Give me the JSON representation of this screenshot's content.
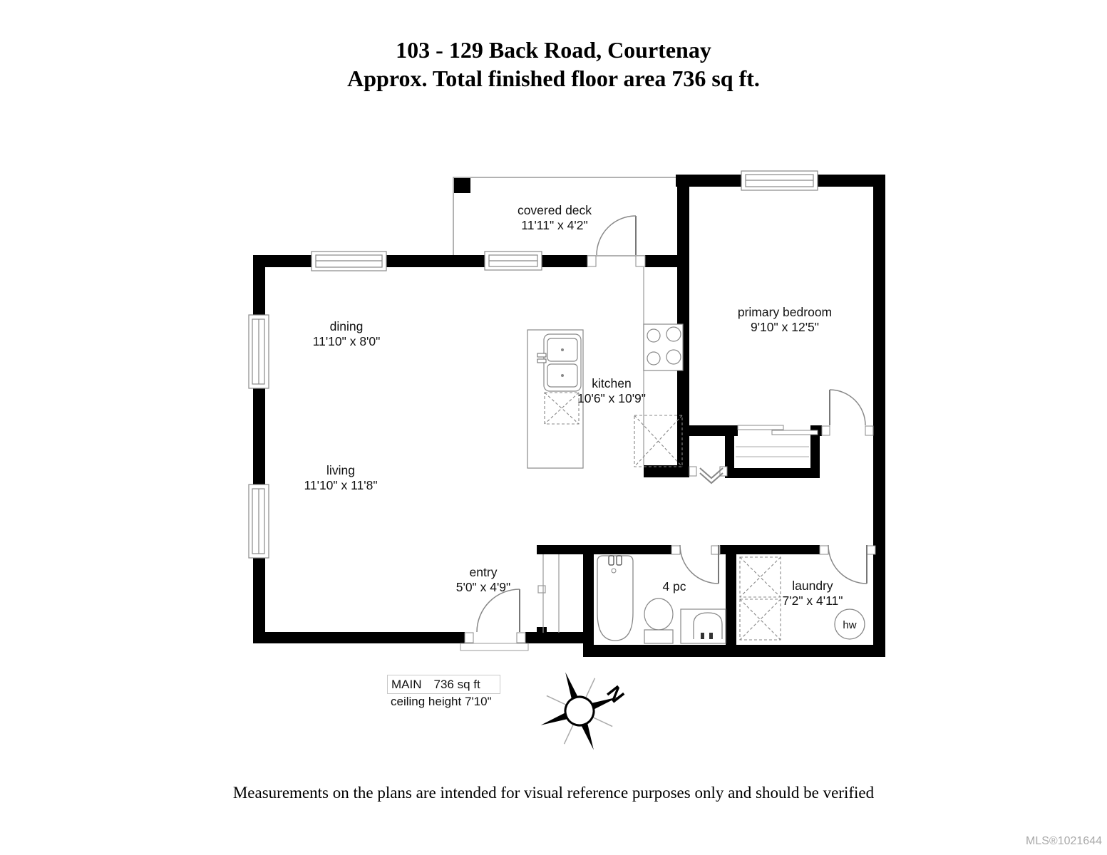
{
  "title": {
    "line1": "103 - 129 Back Road, Courtenay",
    "line2": "Approx. Total finished floor area 736 sq ft."
  },
  "rooms": {
    "covered_deck": {
      "name": "covered deck",
      "dims": "11'11\" x 4'2\""
    },
    "dining": {
      "name": "dining",
      "dims": "11'10\" x 8'0\""
    },
    "living": {
      "name": "living",
      "dims": "11'10\" x 11'8\""
    },
    "kitchen": {
      "name": "kitchen",
      "dims": "10'6\" x 10'9\""
    },
    "primary_bedroom": {
      "name": "primary bedroom",
      "dims": "9'10\" x 12'5\""
    },
    "entry": {
      "name": "entry",
      "dims": "5'0\" x 4'9\""
    },
    "bathroom": {
      "name": "4 pc"
    },
    "laundry": {
      "name": "laundry",
      "dims": "7'2\" x 4'11\""
    },
    "hot_water": {
      "abbr": "hw"
    }
  },
  "floor_summary": {
    "level": "MAIN",
    "area": "736 sq ft",
    "ceiling": "ceiling height 7'10\""
  },
  "compass": {
    "north_label": "N"
  },
  "footer": {
    "disclaimer": "Measurements on the plans are intended for visual reference purposes only and should be verified",
    "mls": "MLS®1021644"
  },
  "palette": {
    "wall": "#000000",
    "thin_line": "#888888",
    "text": "#111111",
    "mls_text": "#a9a9a9"
  }
}
